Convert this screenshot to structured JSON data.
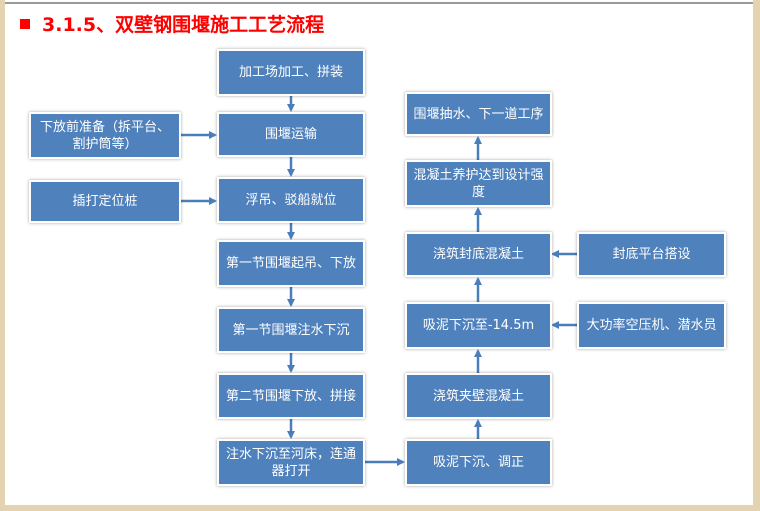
{
  "title": "3.1.5、双壁钢围堰施工工艺流程",
  "colors": {
    "box": "#4f81bd",
    "arrow": "#4a7ebb",
    "title": "#ff0000"
  },
  "center_column": [
    "加工场加工、拼装",
    "围堰运输",
    "浮吊、驳船就位",
    "第一节围堰起吊、下放",
    "第一节围堰注水下沉",
    "第二节围堰下放、拼接",
    "注水下沉至河床，连通器打开"
  ],
  "left_column": [
    "下放前准备（拆平台、割护筒等）",
    "插打定位桩"
  ],
  "right_column": [
    "吸泥下沉、调正",
    "浇筑夹壁混凝土",
    "吸泥下沉至-14.5m",
    "浇筑封底混凝土",
    "混凝土养护达到设计强度",
    "围堰抽水、下一道工序"
  ],
  "far_right_column": [
    "大功率空压机、潜水员",
    "封底平台搭设"
  ]
}
